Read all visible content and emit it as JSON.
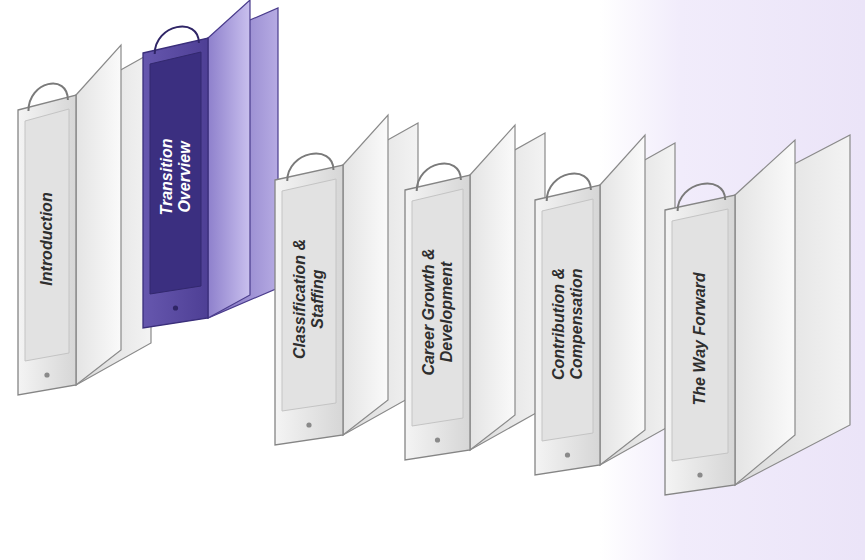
{
  "diagram": {
    "nodes": [
      {
        "text": [
          "Introduction"
        ]
      },
      {
        "text": [
          "Transition Overview"
        ]
      },
      {
        "text": [
          "Classification & Staffing"
        ]
      },
      {
        "text": [
          "Career Growth & Development"
        ]
      },
      {
        "text": [
          "Contribution & Compensation"
        ]
      },
      {
        "text": [
          "The Way Forward"
        ]
      }
    ]
  }
}
